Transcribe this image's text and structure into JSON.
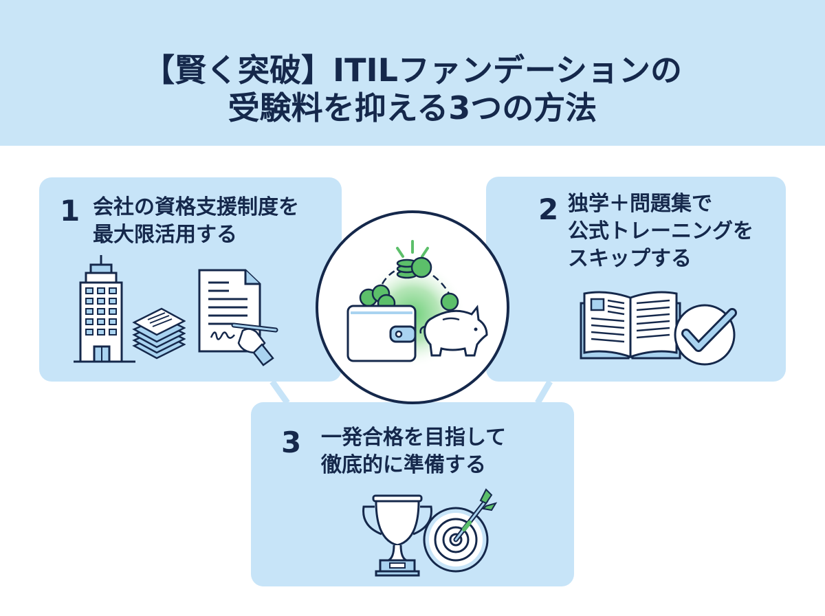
{
  "header": {
    "title_line1": "【賢く突破】ITILファンデーションの",
    "title_line2": "受験料を抑える3つの方法"
  },
  "colors": {
    "navy": "#15284b",
    "card_bg": "#c7e4f8",
    "header_bg": "#c9e5f7",
    "green": "#5cbf6a"
  },
  "center": {
    "icons": [
      "wallet-icon",
      "coins-icon",
      "piggy-bank-icon"
    ]
  },
  "methods": [
    {
      "number": "1",
      "line1": "会社の資格支援制度を",
      "line2": "最大限活用する",
      "icons": [
        "office-building-icon",
        "document-stack-icon",
        "signing-contract-icon"
      ]
    },
    {
      "number": "2",
      "line1": "独学＋問題集で",
      "line2": "公式トレーニングを",
      "line3": "スキップする",
      "icons": [
        "open-book-icon",
        "checkmark-circle-icon"
      ]
    },
    {
      "number": "3",
      "line1": "一発合格を目指して",
      "line2": "徹底的に準備する",
      "icons": [
        "trophy-icon",
        "dart-target-icon"
      ]
    }
  ]
}
